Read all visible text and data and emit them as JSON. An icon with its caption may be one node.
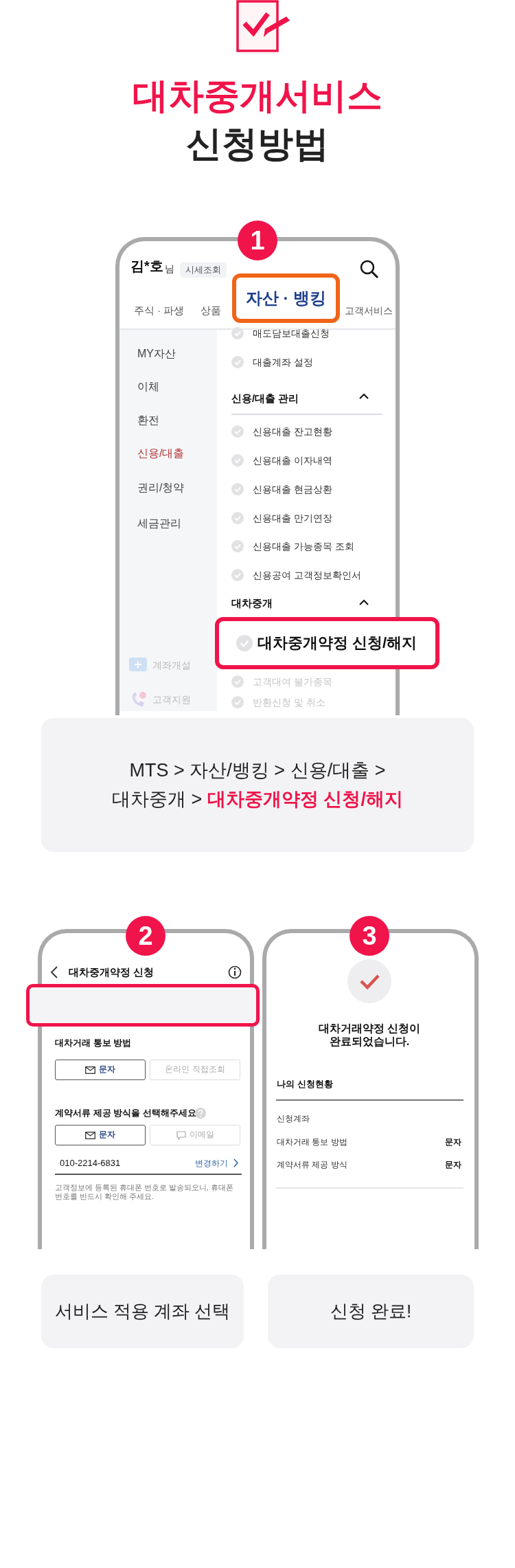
{
  "diagram": {
    "title": "대차중개서비스 신청방법",
    "nodes": [
      {
        "text": [
          "1"
        ]
      },
      {
        "text": [
          "자산 · 뱅킹"
        ]
      },
      {
        "text": [
          "대차중개약정 신청/해지"
        ]
      },
      {
        "text": [
          "MTS > 자산/뱅킹 > 신용/대출 > 대차중개 >",
          "대차중개약정 신청/해지"
        ]
      },
      {
        "text": [
          "2"
        ]
      },
      {
        "text": [],
        "shape": "box"
      },
      {
        "text": [
          "문자"
        ]
      },
      {
        "text": [
          "온라인 직접조회"
        ]
      },
      {
        "text": [
          "문자"
        ]
      },
      {
        "text": [
          "이메일"
        ]
      },
      {
        "text": [
          "3"
        ]
      },
      {
        "text": [
          "서비스 적용 계좌 선택"
        ]
      },
      {
        "text": [
          "신청 완료!"
        ]
      }
    ],
    "labels": [
      "김*호",
      "님",
      "시세조회",
      "주식 · 파생",
      "상품",
      "고객서비스",
      "MY자산",
      "이체",
      "환전",
      "신용/대출",
      "권리/청약",
      "세금관리",
      "계좌개설",
      "고객지원",
      "매도담보대출신청",
      "대출계좌 설정",
      "신용/대출 관리",
      "신용대출 잔고현황",
      "신용대출 이자내역",
      "신용대출 현금상환",
      "신용대출 만기연장",
      "신용대출 가능종목 조회",
      "신용공여 고객정보확인서",
      "대차중개",
      "고객대여 불가종목",
      "반환신청 및 취소",
      "대차중개약정 신청",
      "대차거래 통보 방법",
      "계약서류 제공 방식을 선택해주세요",
      "010-2214-6831",
      "변경하기",
      "고객정보에 등록된 휴대폰 번호로 발송되오니, 휴대폰 번호를 반드시 확인해 주세요.",
      "대차거래약정 신청이 완료되었습니다.",
      "나의 신청현황",
      "신청계좌",
      "대차거래 통보 방법",
      "문자",
      "계약서류 제공 방식",
      "문자"
    ]
  }
}
